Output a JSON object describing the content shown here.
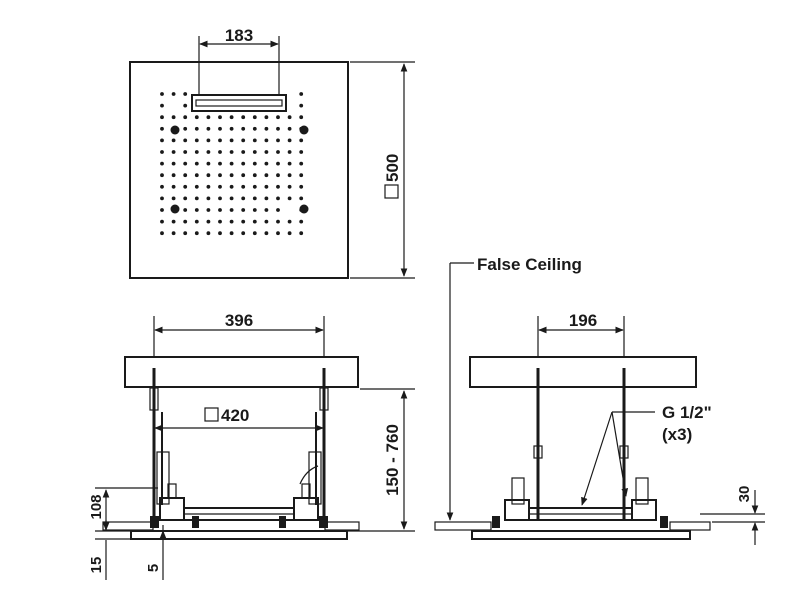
{
  "top_view": {
    "width_label": "183",
    "size_label": "500"
  },
  "front_view": {
    "width_label": "396",
    "inner_label": "420",
    "height_range_label": "150 - 760",
    "dim_108_label": "108",
    "dim_15_label": "15",
    "dim_5_label": "5"
  },
  "side_view": {
    "false_ceiling_label": "False Ceiling",
    "width_label": "196",
    "connection_label": "G 1/2\"",
    "connection_count_label": "(x3)",
    "dim_30_label": "30"
  }
}
